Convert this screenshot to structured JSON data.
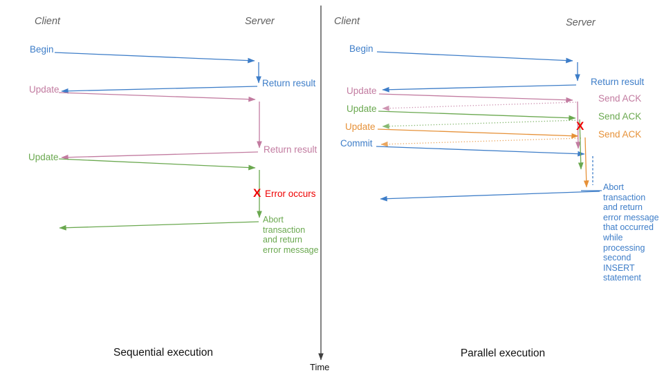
{
  "colors": {
    "blue": "#3d7dc8",
    "pink": "#c27ba0",
    "green": "#6aa84f",
    "orange": "#e69138",
    "red": "#ee0000"
  },
  "time_axis": {
    "label": "Time"
  },
  "sequential": {
    "title": "Sequential execution",
    "client": "Client",
    "server": "Server",
    "begin": "Begin",
    "return_result_1": "Return result",
    "update_1": "Update",
    "return_result_2": "Return result",
    "update_2": "Update",
    "error_mark": "X",
    "error_text": "Error occurs",
    "abort_text": "Abort\ntransaction\nand return\nerror message"
  },
  "parallel": {
    "title": "Parallel execution",
    "client": "Client",
    "server": "Server",
    "begin": "Begin",
    "return_result": "Return result",
    "updates": [
      "Update",
      "Update",
      "Update"
    ],
    "send_acks": [
      "Send ACK",
      "Send ACK",
      "Send ACK"
    ],
    "commit": "Commit",
    "error_mark": "X",
    "abort_text": "Abort\ntransaction\nand return\nerror message\nthat occurred\nwhile\nprocessing\nsecond\nINSERT\nstatement"
  }
}
